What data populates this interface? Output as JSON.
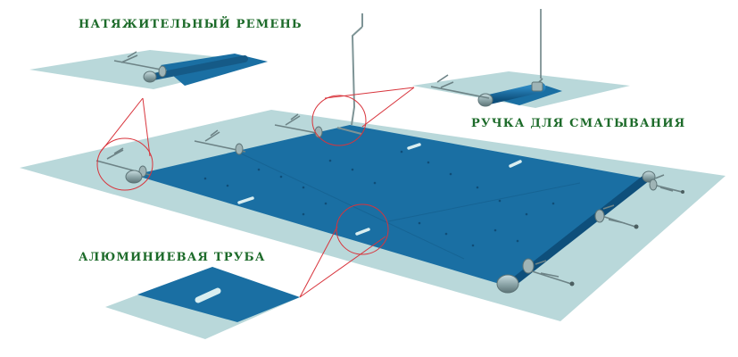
{
  "labels": {
    "tension_strap": "НАТЯЖИТЕЛЬНЫЙ РЕМЕНЬ",
    "winding_handle": "РУЧКА ДЛЯ СМАТЫВАНИЯ",
    "aluminum_tube": "АЛЮМИНИЕВАЯ ТРУБА"
  },
  "colors": {
    "label_text": "#1d6b2a",
    "deck": "#b9d8da",
    "cover": "#1a6fa3",
    "cover_line": "#155a87",
    "callout": "#d8343c",
    "tube": "#d9eef0",
    "hardware": "#7e9496"
  }
}
